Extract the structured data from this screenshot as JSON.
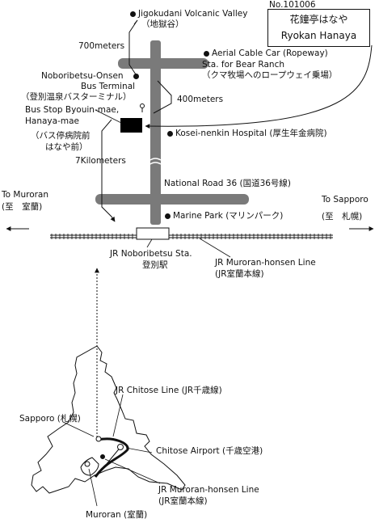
{
  "header": {
    "doc_number": "No.101006"
  },
  "hotel": {
    "name_jp": "花鐘亭はなや",
    "name_en": "Ryokan Hanaya"
  },
  "places": {
    "jigokudani": {
      "en": "Jigokudani Volcanic Valley",
      "jp": "（地獄谷）"
    },
    "aerial_cable": {
      "en": "Aerial Cable Car (Ropeway)",
      "en2": "Sta. for Bear Ranch",
      "jp": "（クマ牧場へのロープウェイ乗場）"
    },
    "bus_terminal": {
      "en": "Noboribetsu-Onsen",
      "en2": "Bus Terminal",
      "jp": "（登別温泉バスターミナル）"
    },
    "bus_stop": {
      "en": "Bus Stop Byouin-mae,",
      "en2": "Hanaya-mae",
      "jp": "（バス停病院前",
      "jp2": "はなや前）"
    },
    "hospital": {
      "label": "Kosei-nenkin Hospital (厚生年金病院)"
    },
    "national_road": {
      "label": "National Road 36 (国道36号線)"
    },
    "marine_park": {
      "label": "Marine Park (マリンパーク)"
    },
    "jr_station": {
      "en": "JR Noboribetsu Sta.",
      "jp": "登別駅"
    },
    "jr_muroran_line": {
      "en": "JR Muroran-honsen Line",
      "jp": "(JR室蘭本線)"
    }
  },
  "distances": {
    "d700": "700meters",
    "d400": "400meters",
    "d7k": "7Kilometers"
  },
  "directions": {
    "muroran": {
      "en": "To Muroran",
      "jp": "(至　室蘭)"
    },
    "sapporo": {
      "en": "To Sapporo",
      "jp": "(至　札幌)"
    }
  },
  "hokkaido": {
    "chitose_line": "JR Chitose Line (JR千歳線)",
    "sapporo": "Sapporo (札幌)",
    "chitose_airport": "Chitose Airport (千歳空港)",
    "muroran_line_en": "JR Muroran-honsen Line",
    "muroran_line_jp": "(JR室蘭本線)",
    "muroran": "Muroran (室蘭)"
  }
}
